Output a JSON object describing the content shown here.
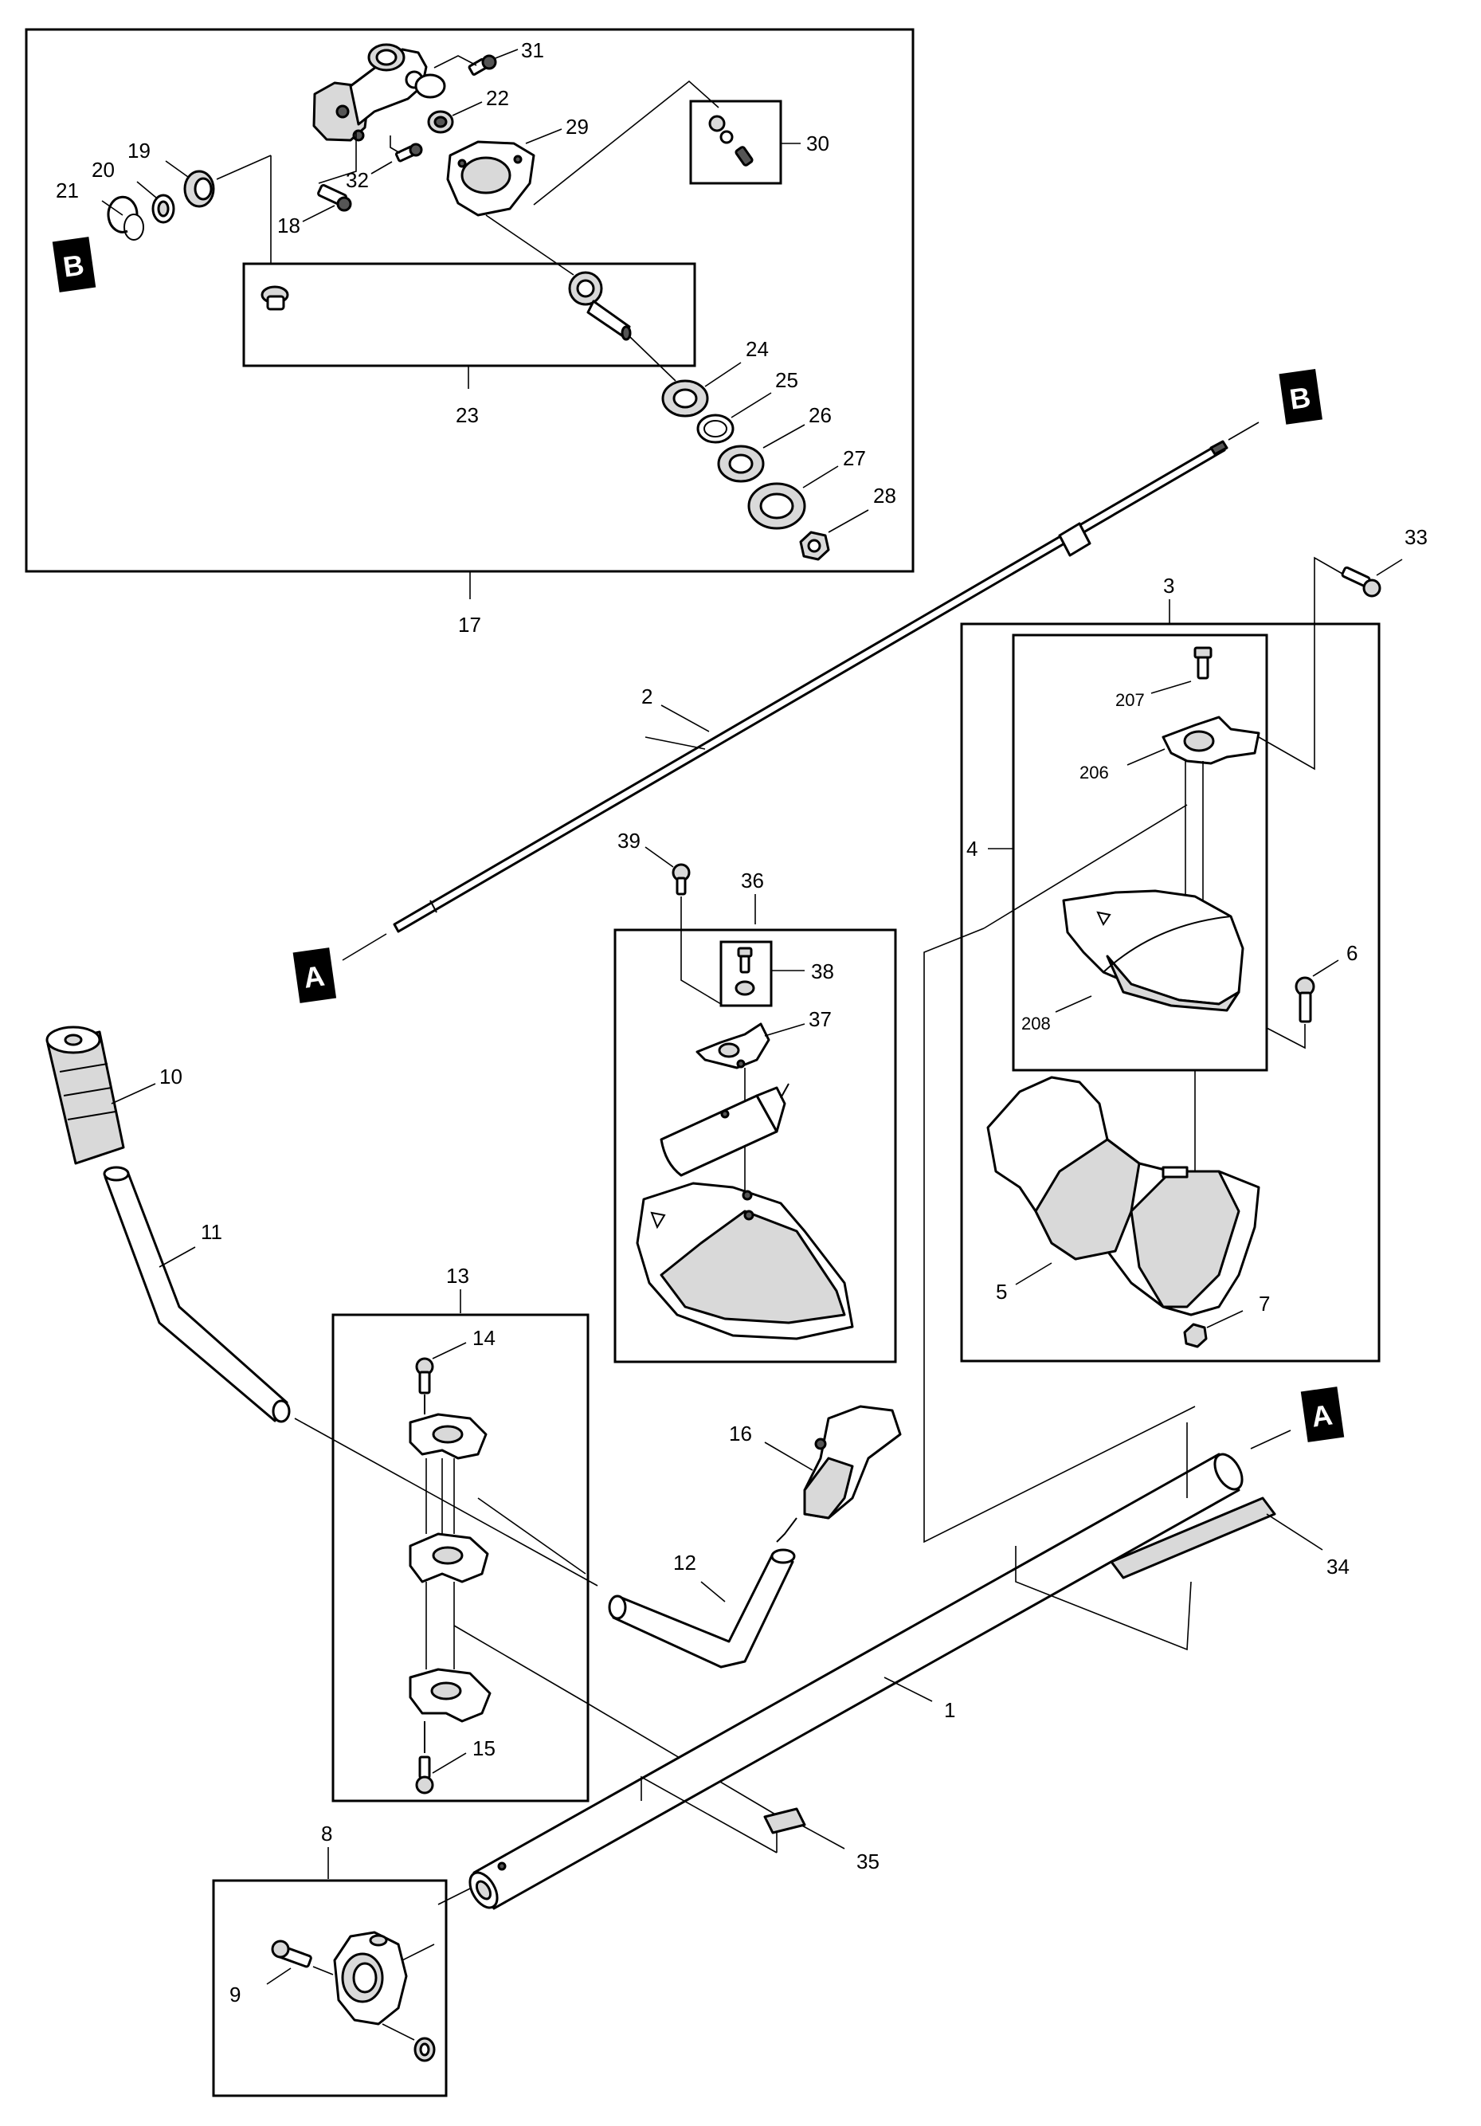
{
  "tags": {
    "a": "A",
    "b": "B"
  },
  "labels": {
    "p1": "1",
    "p2": "2",
    "p3": "3",
    "p4": "4",
    "p5": "5",
    "p6": "6",
    "p7": "7",
    "p8": "8",
    "p9": "9",
    "p10": "10",
    "p11": "11",
    "p12": "12",
    "p13": "13",
    "p14": "14",
    "p15": "15",
    "p16": "16",
    "p17": "17",
    "p18": "18",
    "p19": "19",
    "p20": "20",
    "p21": "21",
    "p22": "22",
    "p23": "23",
    "p24": "24",
    "p25": "25",
    "p26": "26",
    "p27": "27",
    "p28": "28",
    "p29": "29",
    "p30": "30",
    "p31": "31",
    "p32": "32",
    "p33": "33",
    "p34": "34",
    "p35": "35",
    "p36": "36",
    "p37": "37",
    "p38": "38",
    "p39": "39",
    "p206": "206",
    "p207": "207",
    "p208": "208"
  }
}
